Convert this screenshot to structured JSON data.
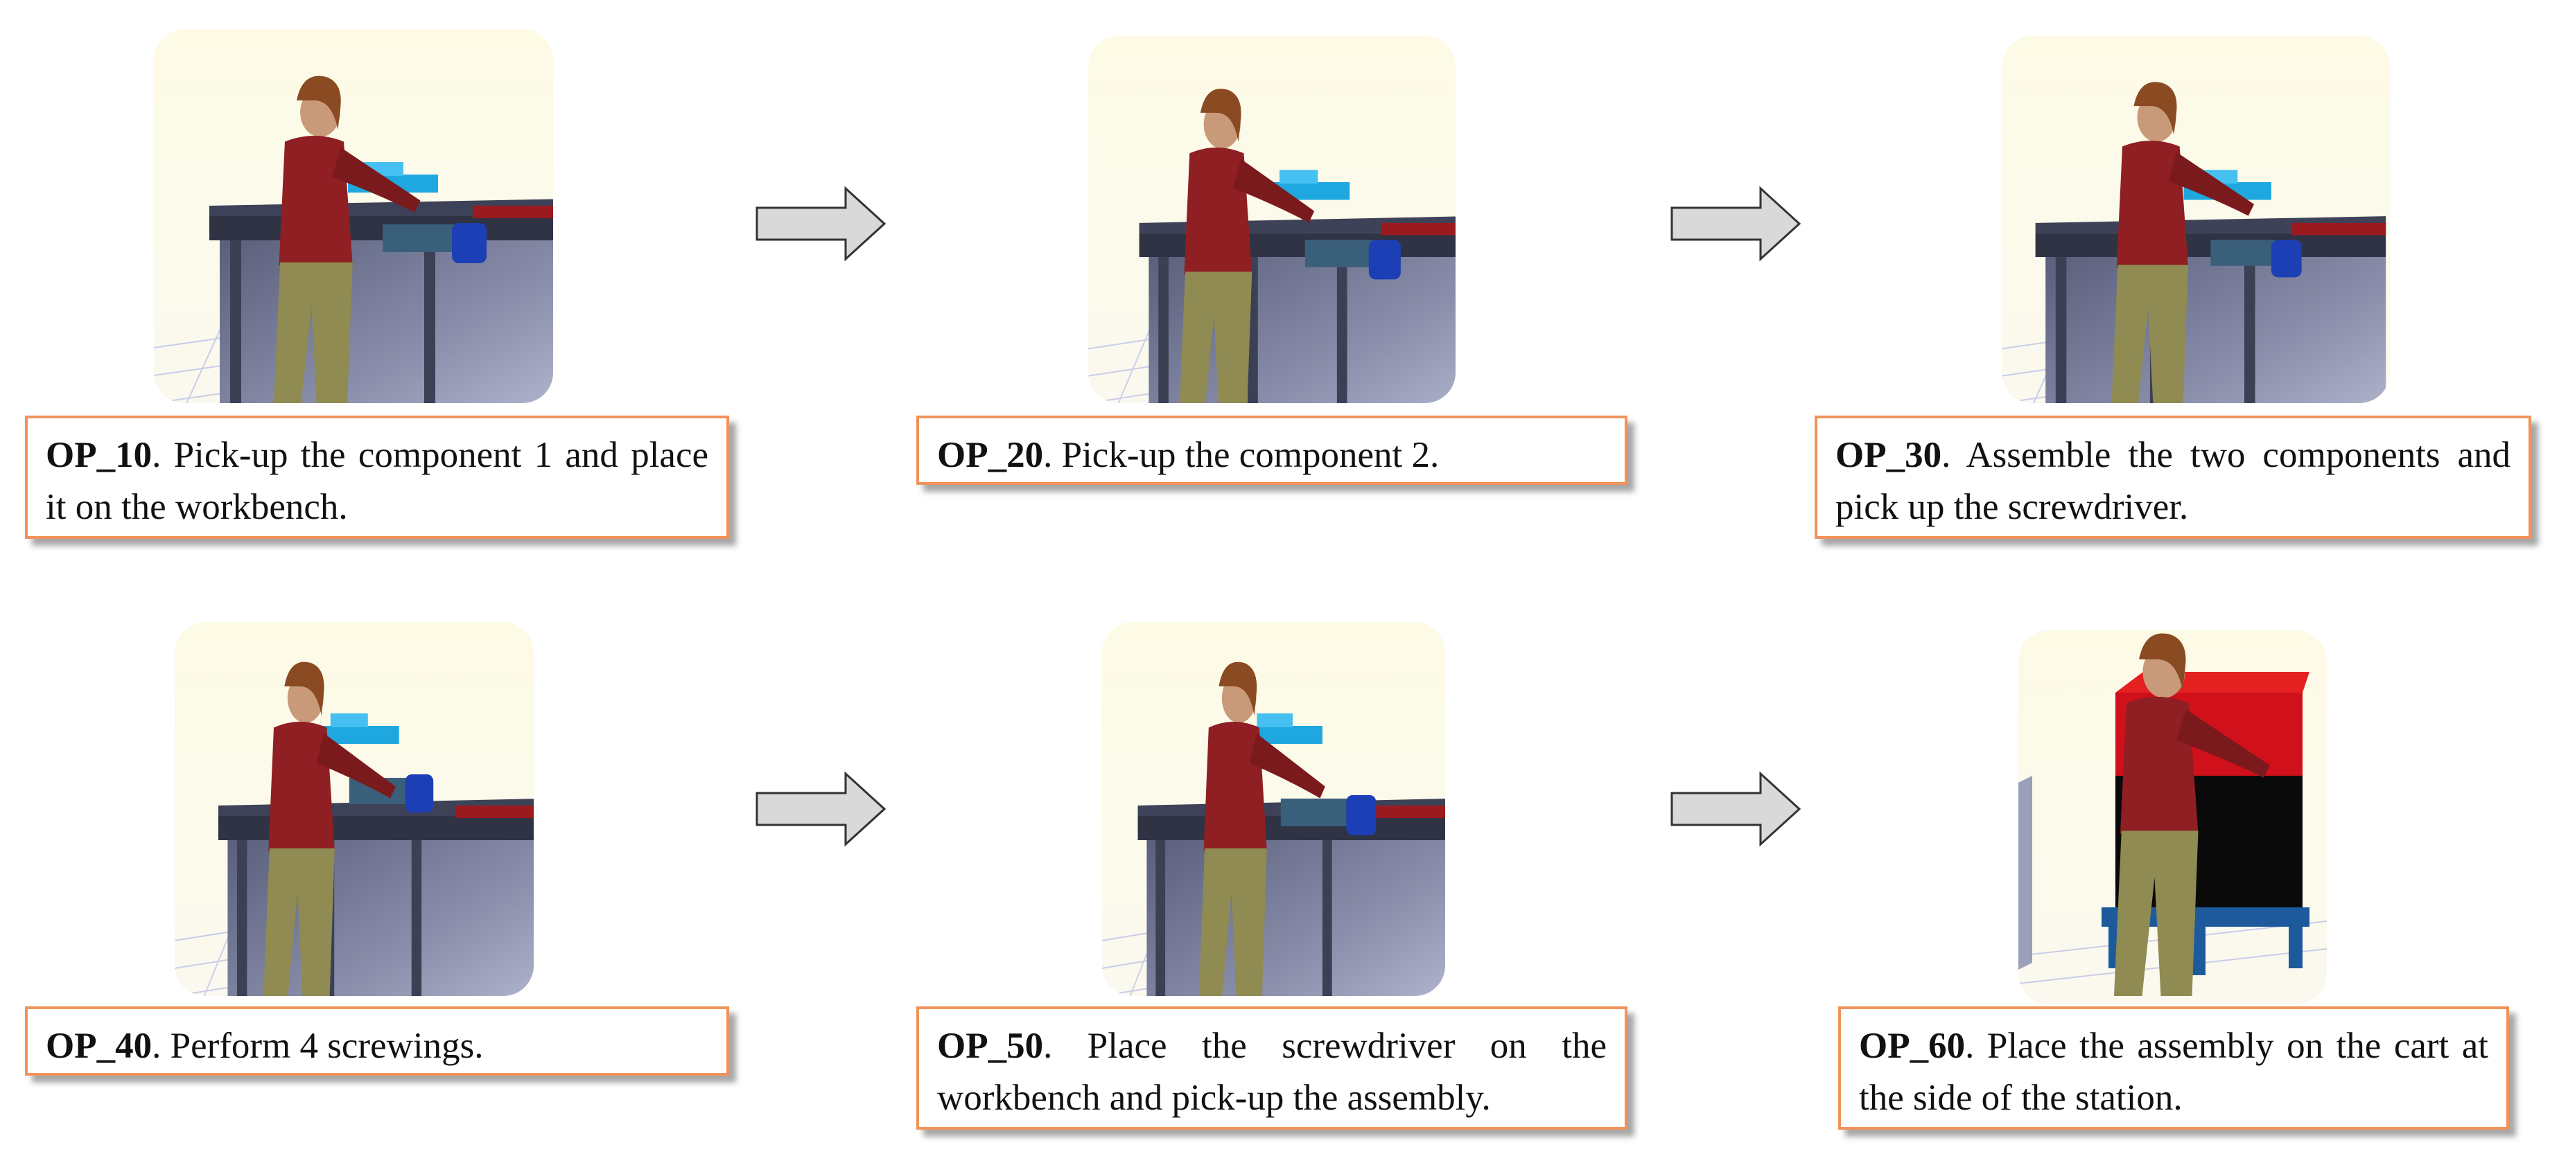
{
  "steps": [
    {
      "code": "OP_10",
      "text": ". Pick-up the component 1 and place it on the workbench."
    },
    {
      "code": "OP_20",
      "text": ". Pick-up the component 2."
    },
    {
      "code": "OP_30",
      "text": ". Assemble the two components and pick  up the screwdriver."
    },
    {
      "code": "OP_40",
      "text": ". Perform 4 screwings."
    },
    {
      "code": "OP_50",
      "text": ". Place the screwdriver on the workbench and pick-up the assembly."
    },
    {
      "code": "OP_60",
      "text": ". Place the assembly on the cart at the side of the station."
    }
  ],
  "colors": {
    "caption_border": "#f0935a",
    "scene_background": "#fdfbe6",
    "worker_shirt": "#8f1f22",
    "worker_trousers": "#8f8b52",
    "workbench": "#5f6480",
    "components": "#1fa7e0",
    "cart_box_top": "#d0101a",
    "cart_box_bottom": "#0a0a0a",
    "cart_frame": "#1d5a9c",
    "arrow_fill": "#d9d9d9"
  }
}
